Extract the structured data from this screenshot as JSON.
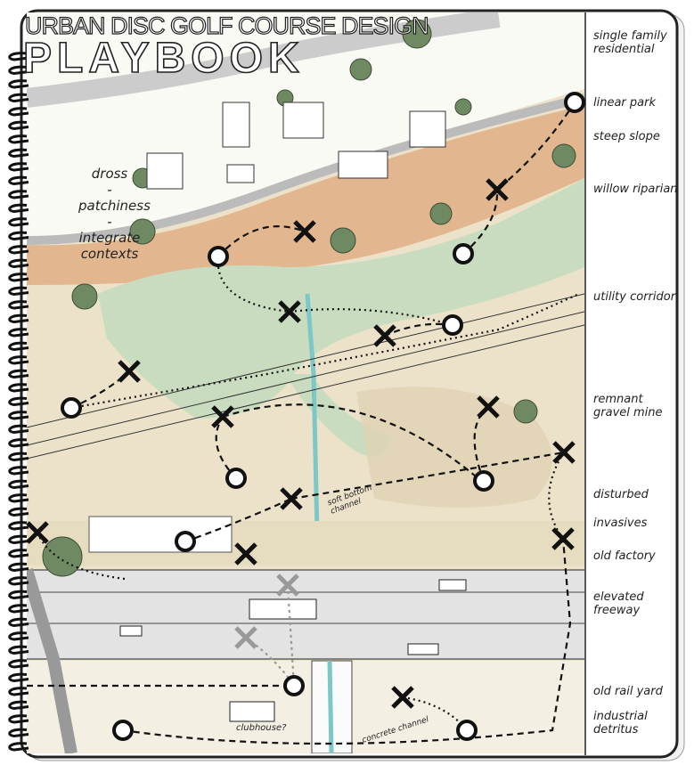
{
  "title": {
    "line1": "URBAN DISC GOLF COURSE DESIGN",
    "line2": "PLAYBOOK"
  },
  "legend_labels": [
    "single family residential",
    "linear park",
    "steep slope",
    "willow riparian",
    "utility corridor",
    "remnant gravel mine",
    "disturbed",
    "invasives",
    "old factory",
    "elevated freeway",
    "old rail yard",
    "industrial detritus"
  ],
  "notes": {
    "residential_note": [
      "dross",
      "-",
      "patchiness",
      "-",
      "integrate",
      "contexts"
    ],
    "soft_bottom": "soft bottom channel",
    "clubhouse": "clubhouse?",
    "concrete": "concrete channel"
  },
  "legend_symbols": {
    "tee": "circle-icon",
    "basket": "x-icon",
    "removed_basket": "gray-x-icon"
  },
  "colors": {
    "slope": "#e2b68e",
    "riparian": "#c9dcc0",
    "gravel": "#e6dcc0",
    "freeway": "#dcdcdc",
    "water": "#7cc7c7",
    "tree": "#6f8a63"
  }
}
